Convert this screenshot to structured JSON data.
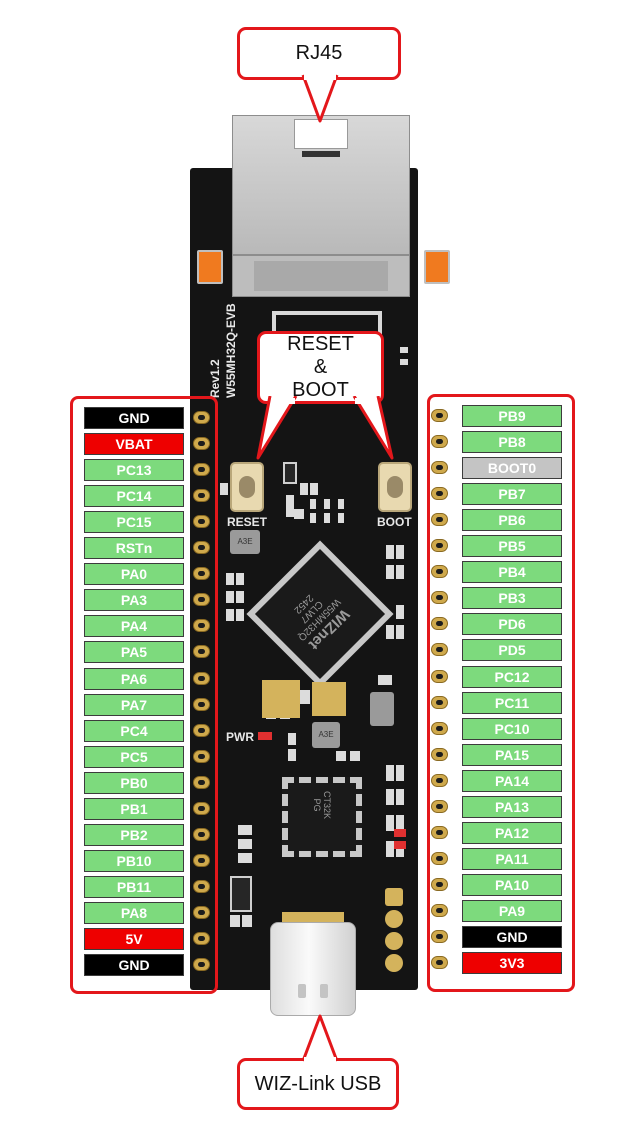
{
  "callouts": {
    "rj45": "RJ45",
    "reset_boot": [
      "RESET",
      "&",
      "BOOT"
    ],
    "usb": "WIZ-Link USB"
  },
  "board": {
    "name": "W55MH32Q-EVB",
    "rev": "Rev1.2",
    "reset_label": "RESET",
    "boot_label": "BOOT",
    "pwr_label": "PWR",
    "chip_text": [
      "WIZnet",
      "W55MH32Q",
      "CLW7",
      "2452"
    ],
    "mcu_text": [
      "CT32K",
      "PG"
    ],
    "small_chip_text": "A3E",
    "chip3_text": "A3E"
  },
  "left_pins": [
    {
      "label": "GND",
      "color": "black"
    },
    {
      "label": "VBAT",
      "color": "red"
    },
    {
      "label": "PC13",
      "color": "green"
    },
    {
      "label": "PC14",
      "color": "green"
    },
    {
      "label": "PC15",
      "color": "green"
    },
    {
      "label": "RSTn",
      "color": "green"
    },
    {
      "label": "PA0",
      "color": "green"
    },
    {
      "label": "PA3",
      "color": "green"
    },
    {
      "label": "PA4",
      "color": "green"
    },
    {
      "label": "PA5",
      "color": "green"
    },
    {
      "label": "PA6",
      "color": "green"
    },
    {
      "label": "PA7",
      "color": "green"
    },
    {
      "label": "PC4",
      "color": "green"
    },
    {
      "label": "PC5",
      "color": "green"
    },
    {
      "label": "PB0",
      "color": "green"
    },
    {
      "label": "PB1",
      "color": "green"
    },
    {
      "label": "PB2",
      "color": "green"
    },
    {
      "label": "PB10",
      "color": "green"
    },
    {
      "label": "PB11",
      "color": "green"
    },
    {
      "label": "PA8",
      "color": "green"
    },
    {
      "label": "5V",
      "color": "red"
    },
    {
      "label": "GND",
      "color": "black"
    }
  ],
  "right_pins": [
    {
      "label": "PB9",
      "color": "green"
    },
    {
      "label": "PB8",
      "color": "green"
    },
    {
      "label": "BOOT0",
      "color": "gray"
    },
    {
      "label": "PB7",
      "color": "green"
    },
    {
      "label": "PB6",
      "color": "green"
    },
    {
      "label": "PB5",
      "color": "green"
    },
    {
      "label": "PB4",
      "color": "green"
    },
    {
      "label": "PB3",
      "color": "green"
    },
    {
      "label": "PD6",
      "color": "green"
    },
    {
      "label": "PD5",
      "color": "green"
    },
    {
      "label": "PC12",
      "color": "green"
    },
    {
      "label": "PC11",
      "color": "green"
    },
    {
      "label": "PC10",
      "color": "green"
    },
    {
      "label": "PA15",
      "color": "green"
    },
    {
      "label": "PA14",
      "color": "green"
    },
    {
      "label": "PA13",
      "color": "green"
    },
    {
      "label": "PA12",
      "color": "green"
    },
    {
      "label": "PA11",
      "color": "green"
    },
    {
      "label": "PA10",
      "color": "green"
    },
    {
      "label": "PA9",
      "color": "green"
    },
    {
      "label": "GND",
      "color": "black"
    },
    {
      "label": "3V3",
      "color": "red"
    }
  ],
  "colors": {
    "callout_border": "#e3171b",
    "pin_green": "#7dda7d",
    "pin_red": "#ee0000",
    "pin_black": "#000000",
    "pin_gray": "#c4c4c4",
    "pcb": "#141414"
  }
}
